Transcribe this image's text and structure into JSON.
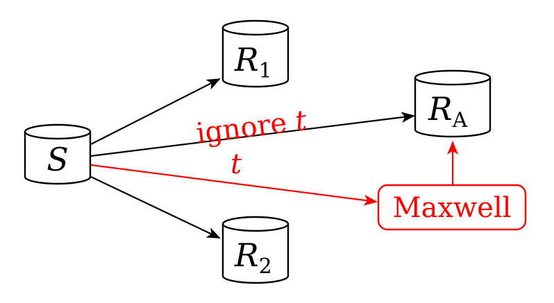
{
  "nodes": {
    "S": {
      "label": "S"
    },
    "R1": {
      "label": "R",
      "sub": "1"
    },
    "RA": {
      "label": "R",
      "sub": "A"
    },
    "R2": {
      "label": "R",
      "sub": "2"
    },
    "maxwell": {
      "label": "Maxwell"
    }
  },
  "edges": {
    "ignore_label_prefix": "ignore ",
    "ignore_label_var": "t",
    "t_label": "t"
  },
  "colors": {
    "highlight": "#ff0000",
    "default": "#000000"
  }
}
